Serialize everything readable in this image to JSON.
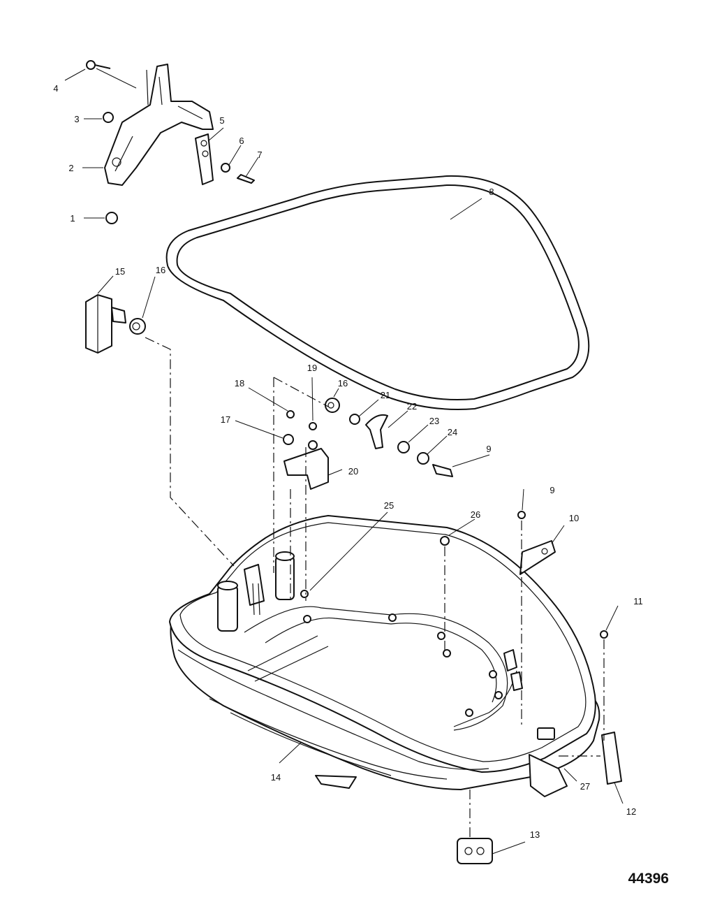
{
  "drawing_number": "44396",
  "callouts": [
    {
      "id": "c1",
      "label": "1"
    },
    {
      "id": "c2",
      "label": "2"
    },
    {
      "id": "c3",
      "label": "3"
    },
    {
      "id": "c4",
      "label": "4"
    },
    {
      "id": "c5",
      "label": "5"
    },
    {
      "id": "c6",
      "label": "6"
    },
    {
      "id": "c7",
      "label": "7"
    },
    {
      "id": "c8",
      "label": "8"
    },
    {
      "id": "c9a",
      "label": "9"
    },
    {
      "id": "c9b",
      "label": "9"
    },
    {
      "id": "c10",
      "label": "10"
    },
    {
      "id": "c11",
      "label": "11"
    },
    {
      "id": "c12",
      "label": "12"
    },
    {
      "id": "c13",
      "label": "13"
    },
    {
      "id": "c14",
      "label": "14"
    },
    {
      "id": "c15",
      "label": "15"
    },
    {
      "id": "c16a",
      "label": "16"
    },
    {
      "id": "c16b",
      "label": "16"
    },
    {
      "id": "c17",
      "label": "17"
    },
    {
      "id": "c18",
      "label": "18"
    },
    {
      "id": "c19",
      "label": "19"
    },
    {
      "id": "c20",
      "label": "20"
    },
    {
      "id": "c21",
      "label": "21"
    },
    {
      "id": "c22",
      "label": "22"
    },
    {
      "id": "c23",
      "label": "23"
    },
    {
      "id": "c24",
      "label": "24"
    },
    {
      "id": "c25",
      "label": "25"
    },
    {
      "id": "c26",
      "label": "26"
    },
    {
      "id": "c27",
      "label": "27"
    }
  ]
}
